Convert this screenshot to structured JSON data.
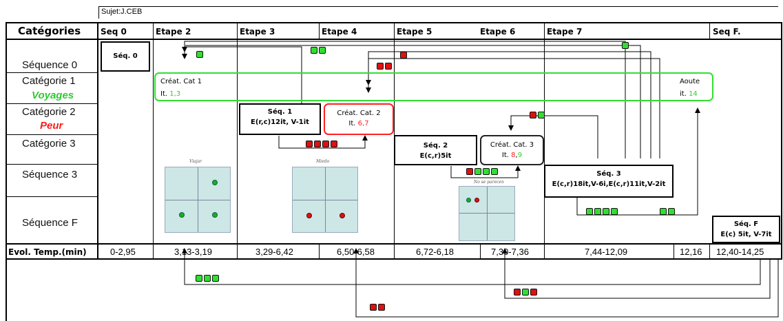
{
  "subject": "Sujet:J.CEB",
  "header": {
    "categories_label": "Catégories",
    "columns": [
      "Seq 0",
      "Etape 2",
      "Etape 3",
      "Etape 4",
      "Etape 5",
      "Etape 6",
      "Etape 7",
      "Seq F."
    ]
  },
  "rows": [
    {
      "label": "Séquence 0",
      "sub": ""
    },
    {
      "label": "Catégorie 1",
      "sub": "Voyages",
      "sub_color": "#2ecc2e"
    },
    {
      "label": "Catégorie 2",
      "sub": "Peur",
      "sub_color": "#ff1a1a"
    },
    {
      "label": "Catégorie 3",
      "sub": ""
    },
    {
      "label": "Séquence 3",
      "sub": ""
    },
    {
      "label": "Séquence F",
      "sub": ""
    }
  ],
  "boxes": {
    "seq0": {
      "title": "Séq. 0"
    },
    "cat1": {
      "title": "Créat. Cat 1",
      "it_prefix": "It. ",
      "it_value": "1,3",
      "end_title": "Aoute",
      "end_it_prefix": "it. ",
      "end_it_value": "14",
      "color": "#33dd33"
    },
    "seq1": {
      "title": "Séq. 1",
      "line2": "E(r,c)12it, V-1it"
    },
    "cat2": {
      "title": "Créat. Cat. 2",
      "it_prefix": "It. ",
      "it_value": "6,7",
      "color": "#ff2020"
    },
    "seq2": {
      "title": "Séq. 2",
      "line2": "E(c,r)5it"
    },
    "cat3": {
      "title": "Créat. Cat. 3",
      "it_prefix": "It. ",
      "it_value_a": "8",
      "it_sep": ",",
      "it_value_b": "9"
    },
    "seq3": {
      "title": "Séq. 3",
      "line2": "E(c,r)18it,V-6i,E(c,r)11it,V-2it"
    },
    "seqF": {
      "title": "Séq. F",
      "line2": "E(c) 5it, V-7it"
    }
  },
  "images": [
    {
      "caption": "Viajar"
    },
    {
      "caption": "Miedo"
    },
    {
      "caption": "No se parecen"
    }
  ],
  "evol": {
    "label": "Evol. Temp.(min)",
    "values": [
      "0-2,95",
      "3,13-3,19",
      "3,29-6,42",
      "6,50-6,58",
      "6,72-6,18",
      "7,30-7,36",
      "7,44-12,09",
      "12,16",
      "12,40-14,25"
    ]
  },
  "colors": {
    "green": "#33dd33",
    "red": "#dd1111",
    "image_fill": "#cde6e6"
  }
}
